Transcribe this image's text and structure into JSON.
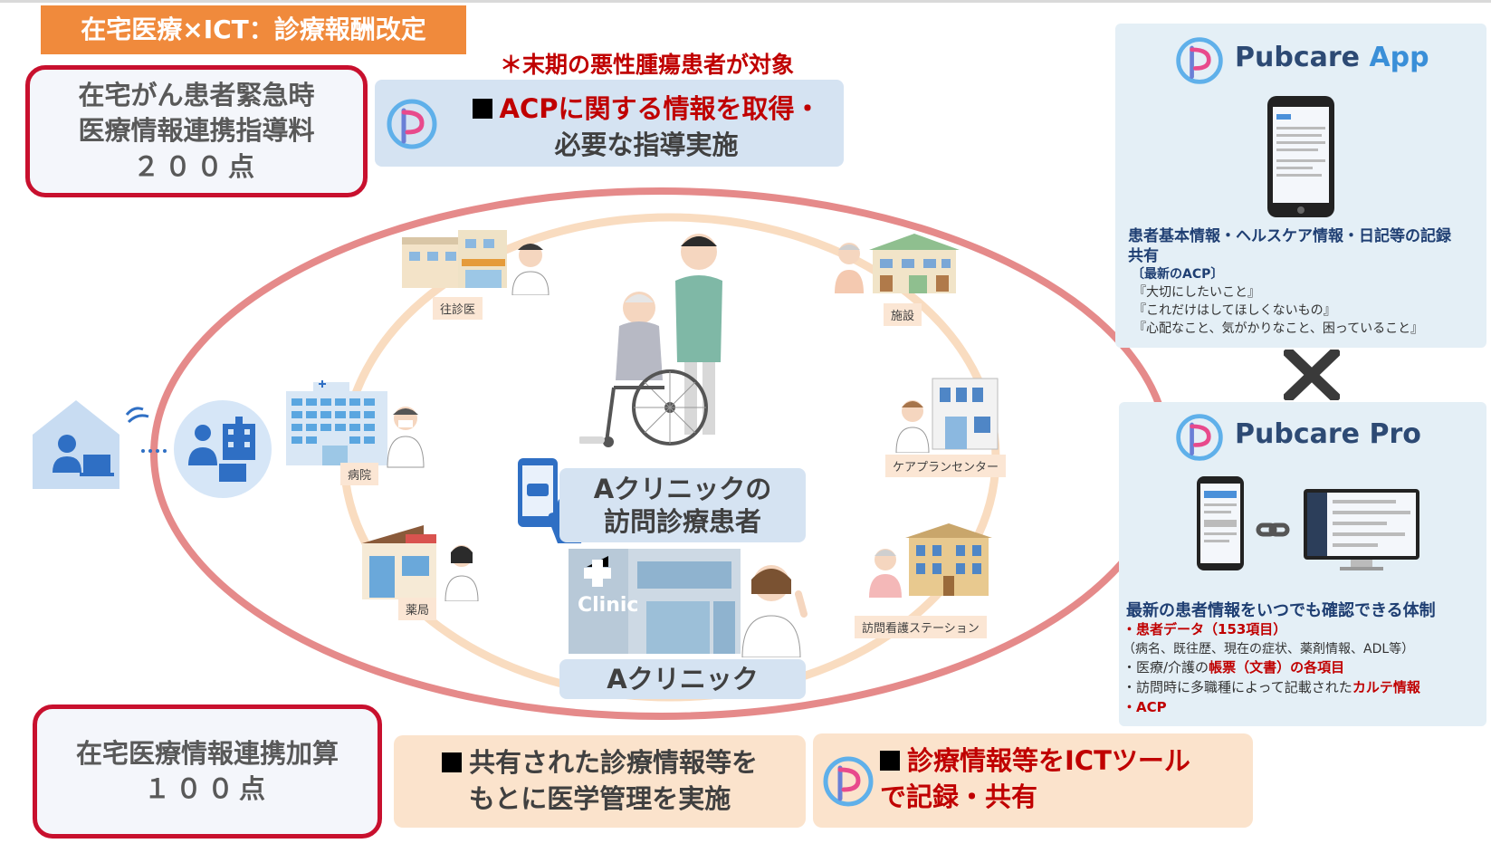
{
  "header": {
    "title": "在宅医療×ICT：診療報酬改定"
  },
  "note": "＊末期の悪性腫瘍患者が対象",
  "top_left_box": {
    "lines": [
      "在宅がん患者緊急時",
      "医療情報連携指導料",
      "２００点"
    ]
  },
  "acp_box": {
    "line1": "ACPに関する情報を取得・",
    "line2": "必要な指導実施"
  },
  "bottom_left_box": {
    "lines": [
      "在宅医療情報連携加算",
      "１００点"
    ]
  },
  "bottom_mid_box": {
    "line1": "共有された診療情報等を",
    "line2": "もとに医学管理を実施"
  },
  "bottom_right_box": {
    "line1": "診療情報等をICTツール",
    "line2": "で記録・共有"
  },
  "facilities": {
    "oushin": "往診医",
    "shisetsu": "施設",
    "byoin": "病院",
    "careplan": "ケアプランセンター",
    "yakkyoku": "薬局",
    "houmon": "訪問看護ステーション"
  },
  "center": {
    "patient_line1": "Aクリニックの",
    "patient_line2": "訪問診療患者",
    "clinic_label": "Aクリニック",
    "clinic_sign": "Clinic"
  },
  "pubcare_app": {
    "brand_main": "Pubcare",
    "brand_sub": "App",
    "heading": "患者基本情報・ヘルスケア情報・日記等の記録",
    "heading2": "共有",
    "acp_title": "〔最新のACP〕",
    "items": [
      "『大切にしたいこと』",
      "『これだけはしてほしくないもの』",
      "『心配なこと、気がかりなこと、困っていること』"
    ]
  },
  "pubcare_pro": {
    "brand_main": "Pubcare",
    "brand_sub": "Pro",
    "heading": "最新の患者情報をいつでも確認できる体制",
    "item1": "・患者データ（153項目）",
    "item1_detail": "（病名、既往歴、現在の症状、薬剤情報、ADL等）",
    "item2_pre": "・医療/介護の",
    "item2_red": "帳票（文書）の各項目",
    "item3_pre": "・訪問時に多職種によって記載された",
    "item3_red": "カルテ情報",
    "item4": "・ACP"
  },
  "colors": {
    "accent_orange": "#f08a3c",
    "red": "#c00000",
    "ring": "#e58a8a",
    "brand_blue": "#3a8fd8"
  }
}
